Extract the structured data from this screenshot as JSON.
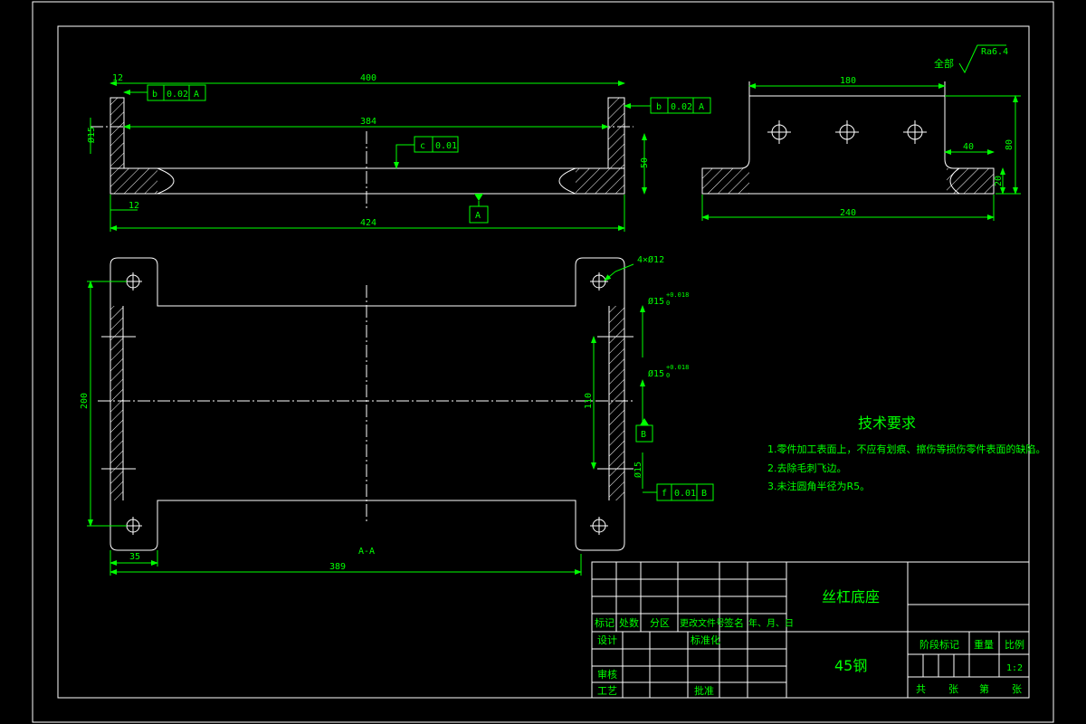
{
  "drawing": {
    "top_view": {
      "dim_width_outer": "400",
      "dim_width_inner": "384",
      "dim_overall": "424",
      "dim_left_12": "12",
      "dim_bottom_12": "12",
      "dim_height": "50",
      "dim_hole": "Ø15",
      "gtol_left": [
        "b",
        "0.02",
        "A"
      ],
      "gtol_right": [
        "b",
        "0.02",
        "A"
      ],
      "gtol_center": [
        "c",
        "0.01"
      ],
      "datum_a": "A"
    },
    "side_view": {
      "dim_width": "180",
      "dim_overall": "240",
      "dim_40": "40",
      "dim_80": "80",
      "dim_20": "20",
      "roughness_all": "全部",
      "roughness_value": "Ra6.4"
    },
    "plan_view": {
      "holes_note": "4×Ø12",
      "dim_200": "200",
      "dim_110": "110",
      "dim_35": "35",
      "dim_389": "389",
      "dim_hole_top": "Ø15",
      "tol_top": "+0.018",
      "tol_top_low": "0",
      "dim_hole_mid": "Ø15",
      "tol_mid": "+0.018",
      "tol_mid_low": "0",
      "dim_hole_low": "Ø15",
      "datum_b": "B",
      "gtol_bottom": [
        "f",
        "0.01",
        "B"
      ],
      "section_label": "A-A"
    },
    "tech_req": {
      "title": "技术要求",
      "lines": [
        "1.零件加工表面上，不应有划痕、擦伤等损伤零件表面的缺陷。",
        "2.去除毛刺飞边。",
        "3.未注圆角半径为R5。"
      ]
    },
    "title_block": {
      "part_name": "丝杠底座",
      "material": "45钢",
      "header_labels": [
        "标记",
        "处数",
        "分区",
        "更改文件号",
        "签名",
        "年、月、日"
      ],
      "row_design": "设计",
      "row_standard": "标准化",
      "row_review": "审核",
      "row_process": "工艺",
      "row_approve": "批准",
      "stage_mark": "阶段标记",
      "weight": "重量",
      "scale_label": "比例",
      "scale_value": "1:2",
      "sheet_total": "共",
      "sheet_unit1": "张",
      "sheet_no": "第",
      "sheet_unit2": "张"
    }
  }
}
